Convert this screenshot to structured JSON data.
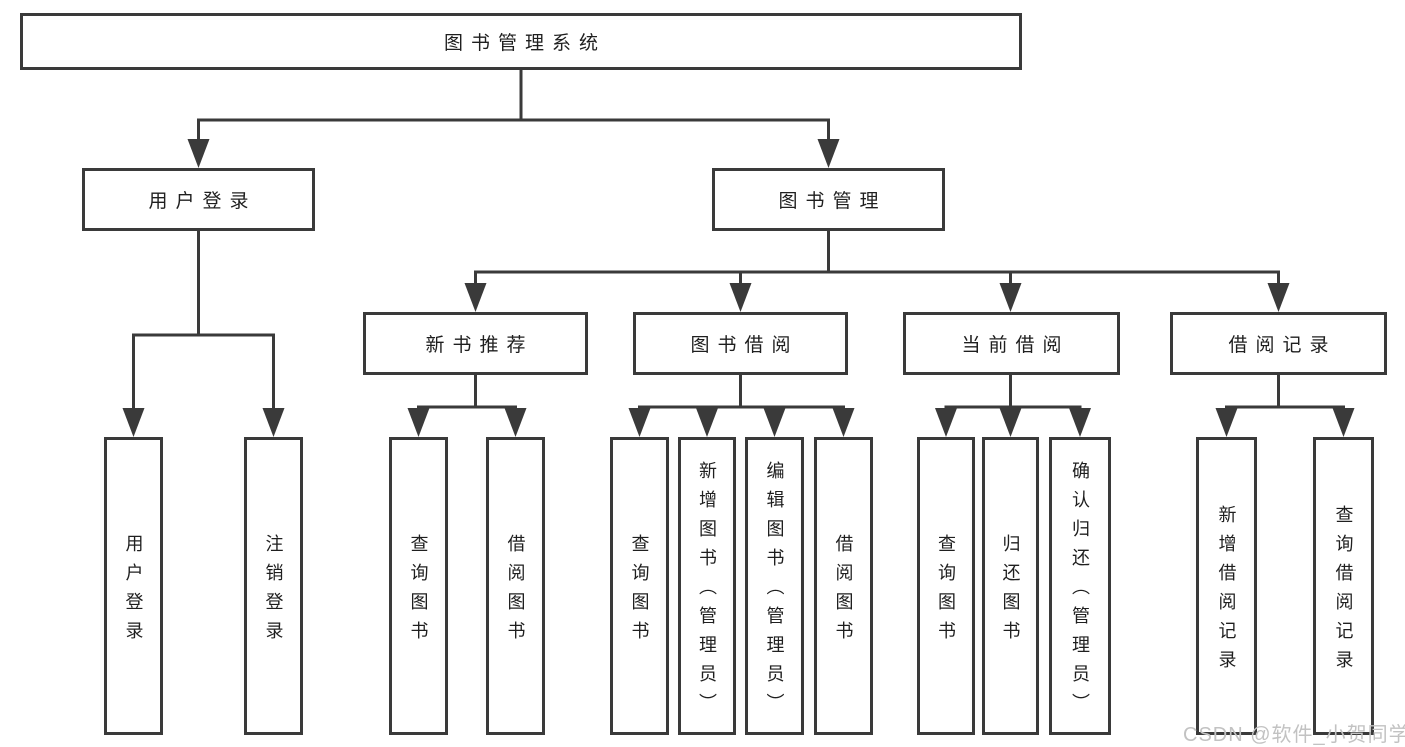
{
  "diagram": {
    "root": {
      "label": "图书管理系统"
    },
    "level1": [
      {
        "label": "用户登录",
        "children": [
          {
            "label": "用户登录"
          },
          {
            "label": "注销登录"
          }
        ]
      },
      {
        "label": "图书管理",
        "children": [
          {
            "label": "新书推荐",
            "children": [
              {
                "label": "查询图书"
              },
              {
                "label": "借阅图书"
              }
            ]
          },
          {
            "label": "图书借阅",
            "children": [
              {
                "label": "查询图书"
              },
              {
                "label": "新增图书（管理员）"
              },
              {
                "label": "编辑图书（管理员）"
              },
              {
                "label": "借阅图书"
              }
            ]
          },
          {
            "label": "当前借阅",
            "children": [
              {
                "label": "查询图书"
              },
              {
                "label": "归还图书"
              },
              {
                "label": "确认归还（管理员）"
              }
            ]
          },
          {
            "label": "借阅记录",
            "children": [
              {
                "label": "新增借阅记录"
              },
              {
                "label": "查询借阅记录"
              }
            ]
          }
        ]
      }
    ]
  },
  "watermark": {
    "text": "CSDN @软件_小贺同学"
  },
  "colors": {
    "line": "#3a3a3a",
    "text": "#1f1f1f",
    "background": "#ffffff",
    "watermark": "#c2c2c2"
  }
}
